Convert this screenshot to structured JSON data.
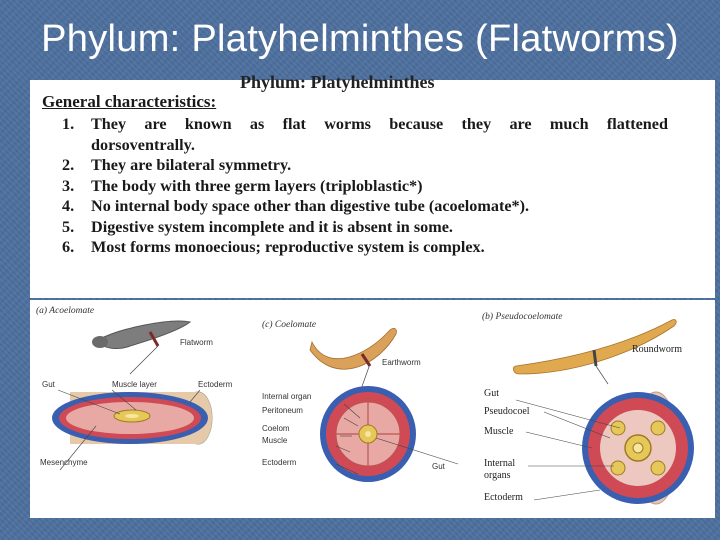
{
  "slide": {
    "title": "Phylum: Platyhelminthes (Flatworms)"
  },
  "text_panel": {
    "clipped_heading": "Phylum: Platyhelminthes",
    "heading": "General characteristics:",
    "items": [
      {
        "num": "1.",
        "text": "They are known as flat worms because they are much flattened"
      },
      {
        "num": "",
        "text": "dorsoventrally."
      },
      {
        "num": "2.",
        "text": "They are bilateral symmetry."
      },
      {
        "num": "3.",
        "text": "The body with three germ layers (triploblastic*)"
      },
      {
        "num": "4.",
        "text": "No internal body space other than digestive tube (acoelomate*)."
      },
      {
        "num": "5.",
        "text": "Digestive system incomplete and it is absent in some."
      },
      {
        "num": "6.",
        "text": "Most forms monoecious; reproductive system is complex."
      }
    ]
  },
  "figure": {
    "panel_a": {
      "title": "(a) Acoelomate",
      "labels": {
        "flatworm": "Flatworm",
        "gut": "Gut",
        "muscle_layer": "Muscle layer",
        "ectoderm": "Ectoderm",
        "mesenchyme": "Mesenchyme"
      }
    },
    "panel_c": {
      "title": "(c) Coelomate",
      "labels": {
        "earthworm": "Earthworm",
        "internal_organ": "Internal organ",
        "peritoneum": "Peritoneum",
        "coelom": "Coelom",
        "muscle": "Muscle",
        "ectoderm": "Ectoderm",
        "gut": "Gut"
      }
    },
    "panel_b": {
      "title": "(b) Pseudocoelomate",
      "labels": {
        "roundworm": "Roundworm",
        "gut": "Gut",
        "pseudocoel": "Pseudocoel",
        "muscle": "Muscle",
        "internal_organs_1": "Internal",
        "internal_organs_2": "organs",
        "ectoderm": "Ectoderm"
      }
    }
  },
  "colors": {
    "background": "#4d6f9e",
    "ectoderm_blue": "#3a5fb0",
    "muscle_red": "#cf4a55",
    "mesenchyme_pink": "#e8a9a4",
    "gut_yellow": "#e6c85a",
    "worm_tan": "#d9a15a"
  }
}
